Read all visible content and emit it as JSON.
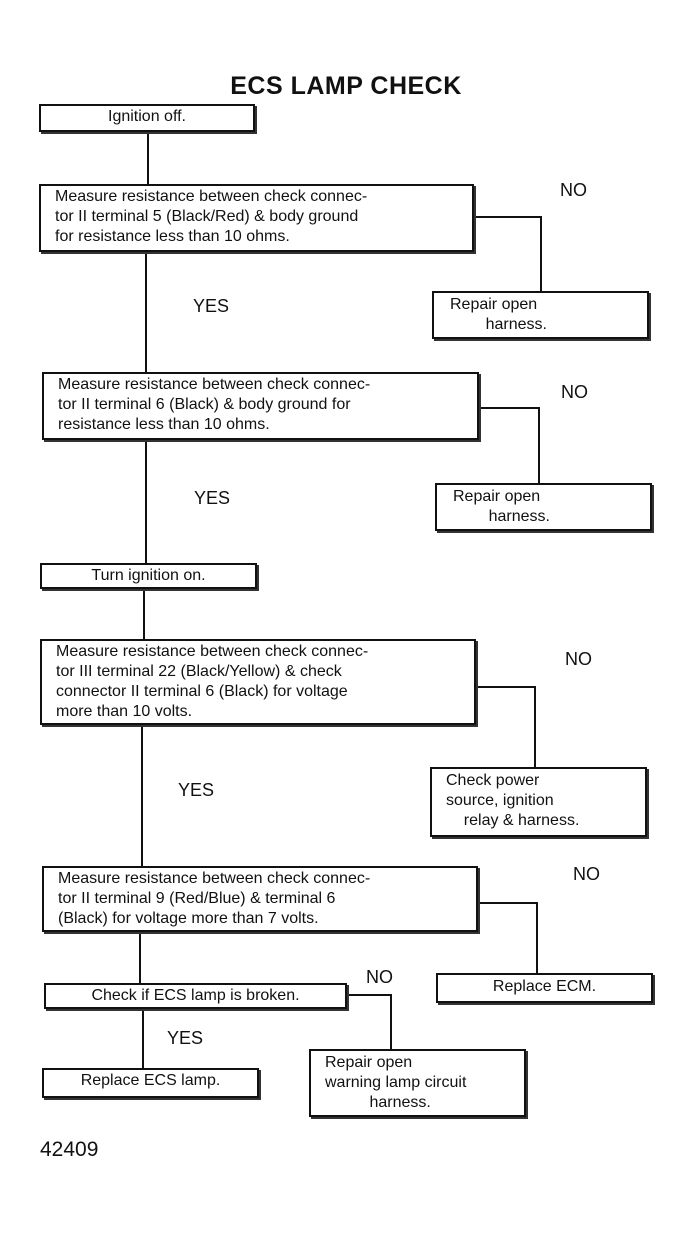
{
  "title": "ECS LAMP CHECK",
  "steps": {
    "ignition_off": "Ignition off.",
    "check1": [
      "Measure resistance between check connec-",
      "tor II terminal 5 (Black/Red) & body ground",
      "for resistance less than 10 ohms."
    ],
    "check2": [
      "Measure resistance between check connec-",
      "tor II terminal 6 (Black) & body ground for",
      "resistance less than 10 ohms."
    ],
    "ignition_on": "Turn ignition on.",
    "check3": [
      "Measure resistance between check connec-",
      "tor III terminal 22 (Black/Yellow) & check",
      "connector II terminal 6 (Black) for voltage",
      "more than 10 volts."
    ],
    "check4": [
      "Measure resistance between check connec-",
      "tor II terminal 9 (Red/Blue) & terminal 6",
      "(Black) for voltage more than 7 volts."
    ],
    "lamp_check": "Check if ECS lamp is broken.",
    "replace_lamp": "Replace ECS lamp."
  },
  "actions": {
    "repair1": [
      "Repair open",
      "        harness."
    ],
    "repair2": [
      "Repair open",
      "        harness."
    ],
    "power": [
      "Check power",
      "source, ignition",
      "    relay & harness."
    ],
    "replace_ecm": "Replace ECM.",
    "repair_warning": [
      "Repair open",
      "warning lamp circuit",
      "          harness."
    ]
  },
  "labels": {
    "no": "NO",
    "yes": "YES"
  },
  "figure_number": "42409"
}
